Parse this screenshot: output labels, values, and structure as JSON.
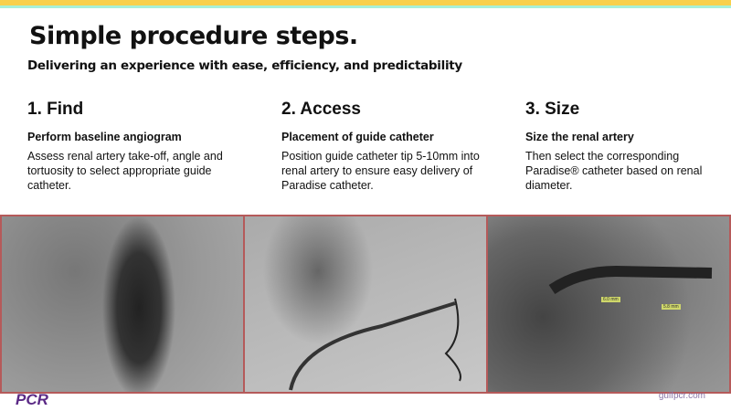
{
  "title": "Simple procedure steps.",
  "subtitle": "Delivering an experience with ease, efficiency, and predictability",
  "steps": [
    {
      "title": "1. Find",
      "heading": "Perform baseline angiogram",
      "desc": "Assess renal artery take-off, angle and tortuosity to select appropriate guide catheter."
    },
    {
      "title": "2. Access",
      "heading": "Placement of guide catheter",
      "desc": "Position guide catheter tip 5-10mm into renal artery to ensure easy delivery of Paradise catheter."
    },
    {
      "title": "3. Size",
      "heading": "Size the renal artery",
      "desc": "Then select the corresponding Paradise® catheter based on renal diameter."
    }
  ],
  "images": {
    "labels": [
      "6.0 mm",
      "5.8 mm"
    ]
  },
  "footer": {
    "logo": "PCR",
    "url": "gulfpcr.com"
  },
  "colors": {
    "stripe_yellow": "#f8d04c",
    "stripe_green": "#a8f0d8",
    "frame": "#b55a5a",
    "logo": "#5b2a86"
  }
}
